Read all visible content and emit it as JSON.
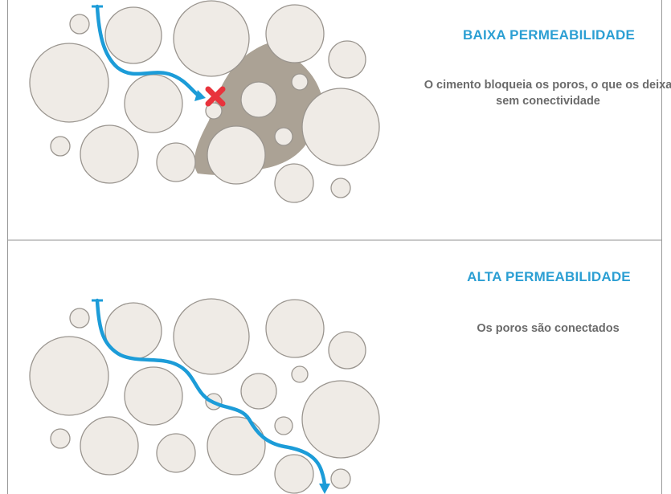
{
  "panels": [
    {
      "title": "BAIXA PERMEABILIDADE",
      "description": "O cimento bloqueia os poros, o que os deixa sem conectividade",
      "colors": {
        "title": "#2c9fd3",
        "flow": "#1c9cd8",
        "blocked_marker": "#e8333c",
        "cement": "#aba295",
        "grain": "#efebe6"
      },
      "icons": [
        "flow-arrow",
        "blocked-x-icon"
      ]
    },
    {
      "title": "ALTA PERMEABILIDADE",
      "description": "Os poros são conectados",
      "colors": {
        "title": "#2c9fd3",
        "flow": "#1c9cd8",
        "grain": "#efebe6"
      },
      "icons": [
        "flow-arrow"
      ]
    }
  ]
}
